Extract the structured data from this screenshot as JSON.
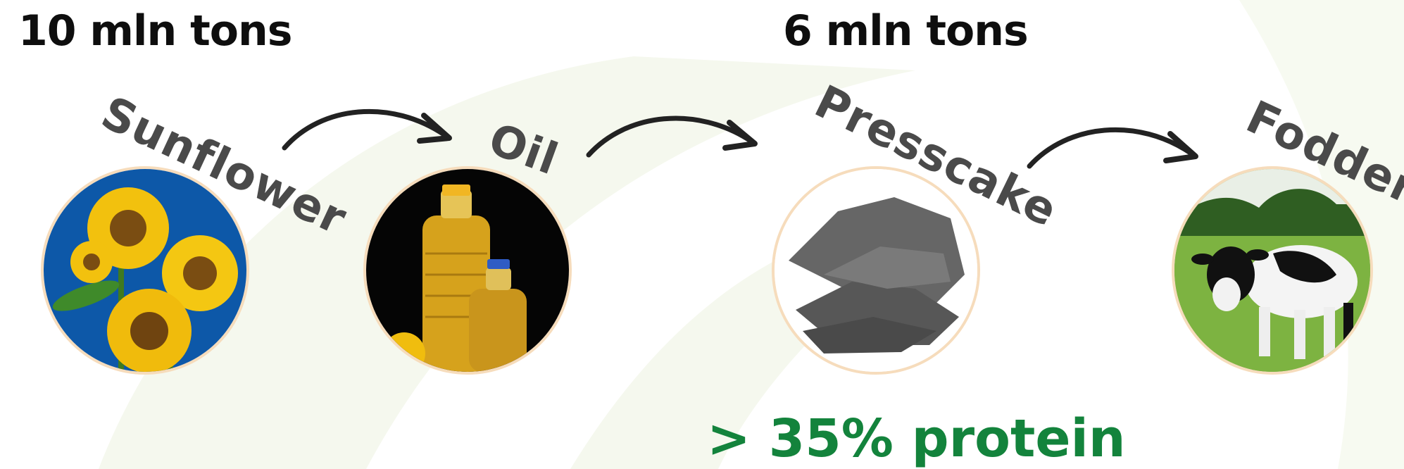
{
  "amounts": {
    "input": "10 mln tons",
    "output": "6 mln tons"
  },
  "stages": [
    {
      "label": "Sunflower",
      "icon": "sunflower-photo"
    },
    {
      "label": "Oil",
      "icon": "oil-bottles-photo"
    },
    {
      "label": "Presscake",
      "icon": "presscake-photo"
    },
    {
      "label": "Fodder",
      "icon": "cow-photo"
    }
  ],
  "note": "> 35% protein",
  "colors": {
    "label": "#4a4a4a",
    "amount": "#0e0e0e",
    "note": "#13833c",
    "ring": "#f6dcbc",
    "background_shape": "#f5f8ee",
    "arrow": "#222222"
  }
}
